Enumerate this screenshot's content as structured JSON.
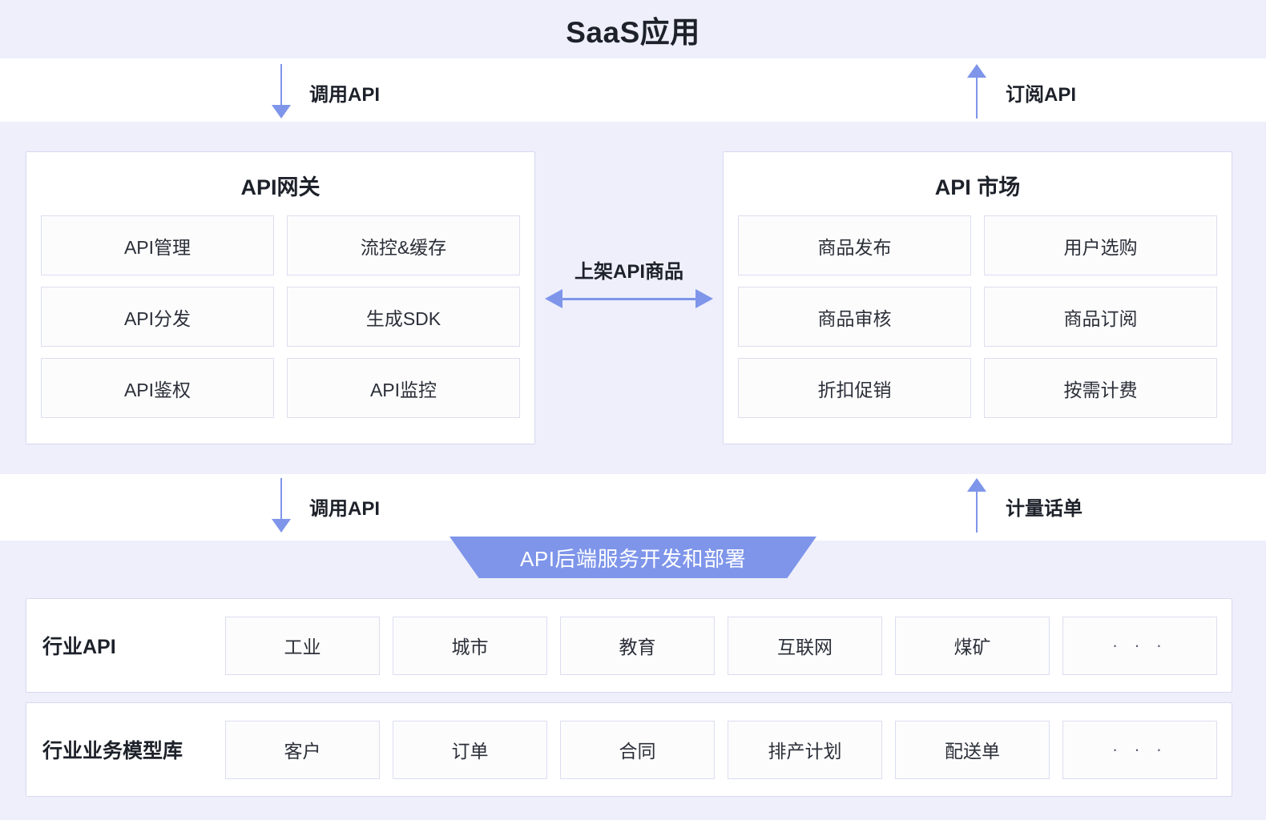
{
  "page": {
    "title": "SaaS应用",
    "accent": "#7e95ea",
    "band_color": "#eeeffb",
    "card_border": "#d6d9ef",
    "cell_border": "#dcdef0",
    "text_color": "#1d2129"
  },
  "flows": {
    "call_api_top": "调用API",
    "subscribe_api": "订阅API",
    "call_api_bottom": "调用API",
    "billing_record": "计量话单",
    "publish_api_goods": "上架API商品"
  },
  "gateway": {
    "title": "API网关",
    "cells": [
      "API管理",
      "流控&缓存",
      "API分发",
      "生成SDK",
      "API鉴权",
      "API监控"
    ]
  },
  "market": {
    "title": "API 市场",
    "cells": [
      "商品发布",
      "用户选购",
      "商品审核",
      "商品订阅",
      "折扣促销",
      "按需计费"
    ]
  },
  "banner": {
    "label": "API后端服务开发和部署"
  },
  "rows": [
    {
      "label": "行业API",
      "cells": [
        "工业",
        "城市",
        "教育",
        "互联网",
        "煤矿",
        "· · ·"
      ]
    },
    {
      "label": "行业业务模型库",
      "cells": [
        "客户",
        "订单",
        "合同",
        "排产计划",
        "配送单",
        "· · ·"
      ]
    }
  ]
}
